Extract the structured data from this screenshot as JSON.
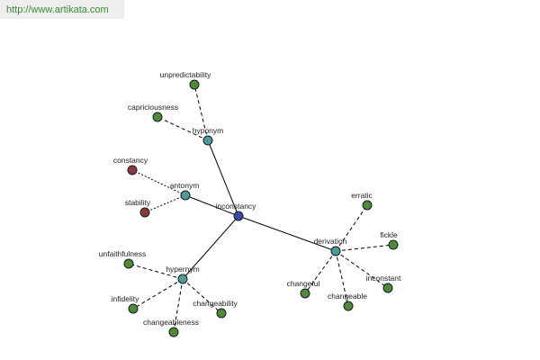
{
  "header": {
    "url": "http://www.artikata.com"
  },
  "colors": {
    "center": "#3b4aa8",
    "relation": "#4f9a9a",
    "leaf_positive": "#4e8a3a",
    "leaf_antonym": "#8b3a3a",
    "edge": "#000000"
  },
  "graph": {
    "center": {
      "label": "inconstancy"
    },
    "relations": [
      {
        "label": "hyponym",
        "leaves": [
          "unpredictability",
          "capriciousness"
        ]
      },
      {
        "label": "antonym",
        "leaves": [
          "constancy",
          "stability"
        ]
      },
      {
        "label": "hypernym",
        "leaves": [
          "unfaithfulness",
          "infidelity",
          "changeableness",
          "changeability"
        ]
      },
      {
        "label": "derivation",
        "leaves": [
          "erratic",
          "fickle",
          "inconstant",
          "changeable",
          "changeful"
        ]
      }
    ]
  }
}
